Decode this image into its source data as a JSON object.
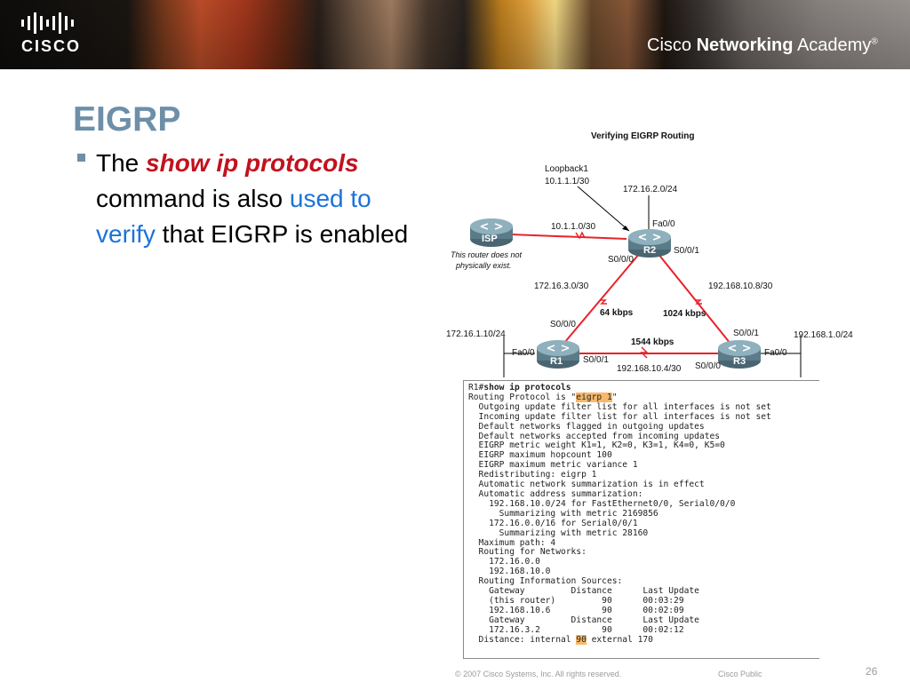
{
  "header": {
    "logo_text": "CISCO",
    "academy_prefix": "Cisco ",
    "academy_bold": "Networking",
    "academy_suffix": " Academy",
    "academy_mark": "®"
  },
  "slide": {
    "title": "EIGRP",
    "bullet": {
      "part1": "The ",
      "command": "show ip protocols",
      "part2": " command is also ",
      "highlight": "used to verify",
      "part3": " that EIGRP is enabled"
    }
  },
  "diagram": {
    "title": "Verifying EIGRP Routing",
    "loopback_name": "Loopback1",
    "loopback_addr": "10.1.1.1/30",
    "lan_r2": "172.16.2.0/24",
    "isp_link": "10.1.1.0/30",
    "isp_label": "ISP",
    "isp_note_line1": "This router does not",
    "isp_note_line2": "physically exist.",
    "r2_fa": "Fa0/0",
    "r2_s001": "S0/0/1",
    "r2_s000": "S0/0/0",
    "r2_label": "R2",
    "net_r1r2": "172.16.3.0/30",
    "net_r2r3": "192.168.10.8/30",
    "bw_r1r2": "64 kbps",
    "bw_r2r3": "1024 kbps",
    "bw_r1r3": "1544 kbps",
    "r1_s000": "S0/0/0",
    "r1_lan": "172.16.1.10/24",
    "r1_fa": "Fa0/0",
    "r1_label": "R1",
    "r1_s001": "S0/0/1",
    "net_r1r3": "192.168.10.4/30",
    "r3_s001": "S0/0/1",
    "r3_lan": "192.168.1.0/24",
    "r3_fa": "Fa0/0",
    "r3_label": "R3",
    "r3_s000": "S0/0/0"
  },
  "terminal": {
    "line_prompt": "R1#",
    "line_cmd": "show ip protocols",
    "line1_pre": "Routing Protocol is \"",
    "line1_mark": "eigrp 1",
    "line1_post": "\"",
    "lines_a": [
      "  Outgoing update filter list for all interfaces is not set",
      "  Incoming update filter list for all interfaces is not set",
      "  Default networks flagged in outgoing updates",
      "  Default networks accepted from incoming updates",
      "  EIGRP metric weight K1=1, K2=0, K3=1, K4=0, K5=0",
      "  EIGRP maximum hopcount 100",
      "  EIGRP maximum metric variance 1",
      "  Redistributing: eigrp 1",
      "  Automatic network summarization is in effect",
      "  Automatic address summarization:",
      "    192.168.10.0/24 for FastEthernet0/0, Serial0/0/0",
      "      Summarizing with metric 2169856",
      "    172.16.0.0/16 for Serial0/0/1",
      "      Summarizing with metric 28160",
      "  Maximum path: 4",
      "  Routing for Networks:",
      "    172.16.0.0",
      "    192.168.10.0",
      "  Routing Information Sources:",
      "    Gateway         Distance      Last Update",
      "    (this router)         90      00:03:29",
      "    192.168.10.6          90      00:02:09",
      "    Gateway         Distance      Last Update",
      "    172.16.3.2            90      00:02:12"
    ],
    "last_pre": "  Distance: internal ",
    "last_mark": "90",
    "last_post": " external 170"
  },
  "footer": {
    "copyright": "© 2007 Cisco Systems, Inc. All rights reserved.",
    "classification": "Cisco Public",
    "page_number": "26"
  },
  "colors": {
    "title": "#6e8fa8",
    "command": "#c2111e",
    "highlight": "#1a73d9",
    "link": "#e8232a",
    "terminal_mark": "#f6b96a"
  }
}
